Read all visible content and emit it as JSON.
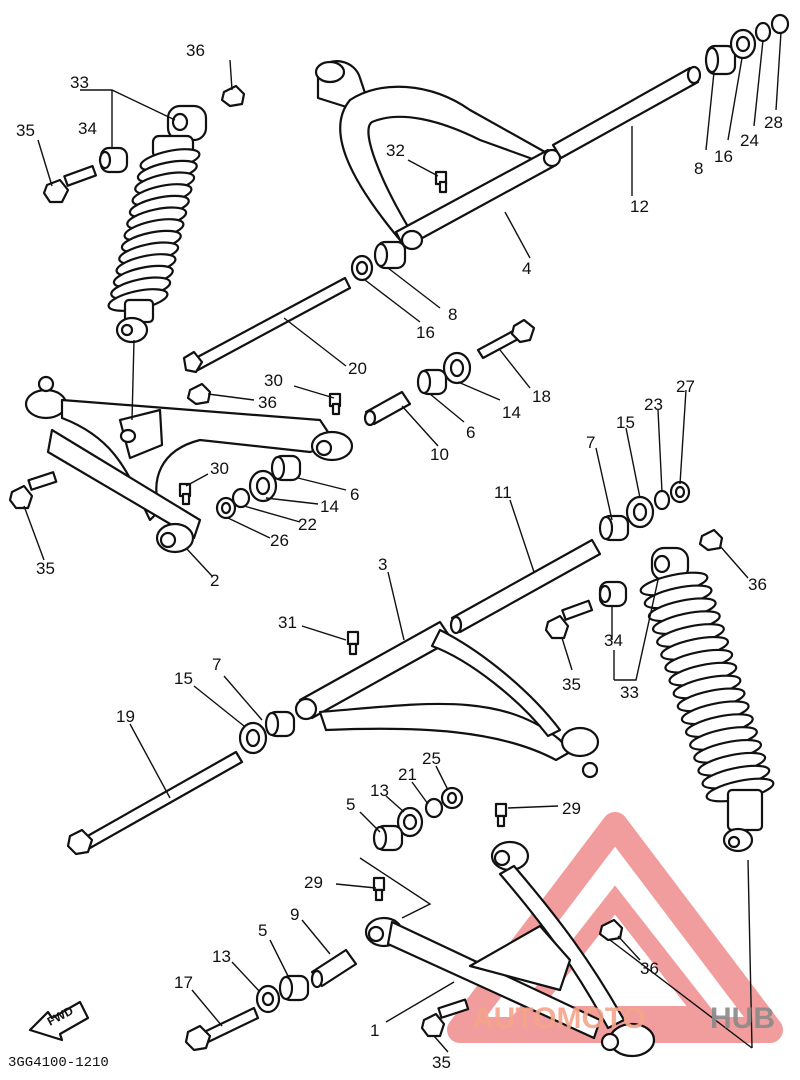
{
  "diagram_code": "3GG4100-1210",
  "fwd_label": "FWD",
  "watermark": {
    "text_a": "AUTOMOTO",
    "text_b": "HUB",
    "color_a": "#f4a58a",
    "color_b": "#8a8a8a",
    "logo_color": "#f08c8c"
  },
  "callouts": {
    "c36a": "36",
    "c33a": "33",
    "c34a": "34",
    "c35a": "35",
    "c32": "32",
    "c4": "4",
    "c12": "12",
    "c8a": "8",
    "c16a": "16",
    "c24": "24",
    "c28": "28",
    "c8b": "8",
    "c16b": "16",
    "c20": "20",
    "c18": "18",
    "c14a": "14",
    "c6a": "6",
    "c10": "10",
    "c30a": "30",
    "c36b": "36",
    "c30b": "30",
    "c6b": "6",
    "c14b": "14",
    "c22": "22",
    "c26": "26",
    "c35b": "35",
    "c2": "2",
    "c11": "11",
    "c7a": "7",
    "c15a": "15",
    "c23": "23",
    "c27": "27",
    "c36c": "36",
    "c3": "3",
    "c31": "31",
    "c34b": "34",
    "c35c": "35",
    "c33b": "33",
    "c7b": "7",
    "c15b": "15",
    "c19": "19",
    "c25": "25",
    "c21": "21",
    "c13a": "13",
    "c5a": "5",
    "c29a": "29",
    "c29b": "29",
    "c9": "9",
    "c5b": "5",
    "c13b": "13",
    "c17": "17",
    "c36d": "36",
    "c1": "1",
    "c35d": "35"
  }
}
